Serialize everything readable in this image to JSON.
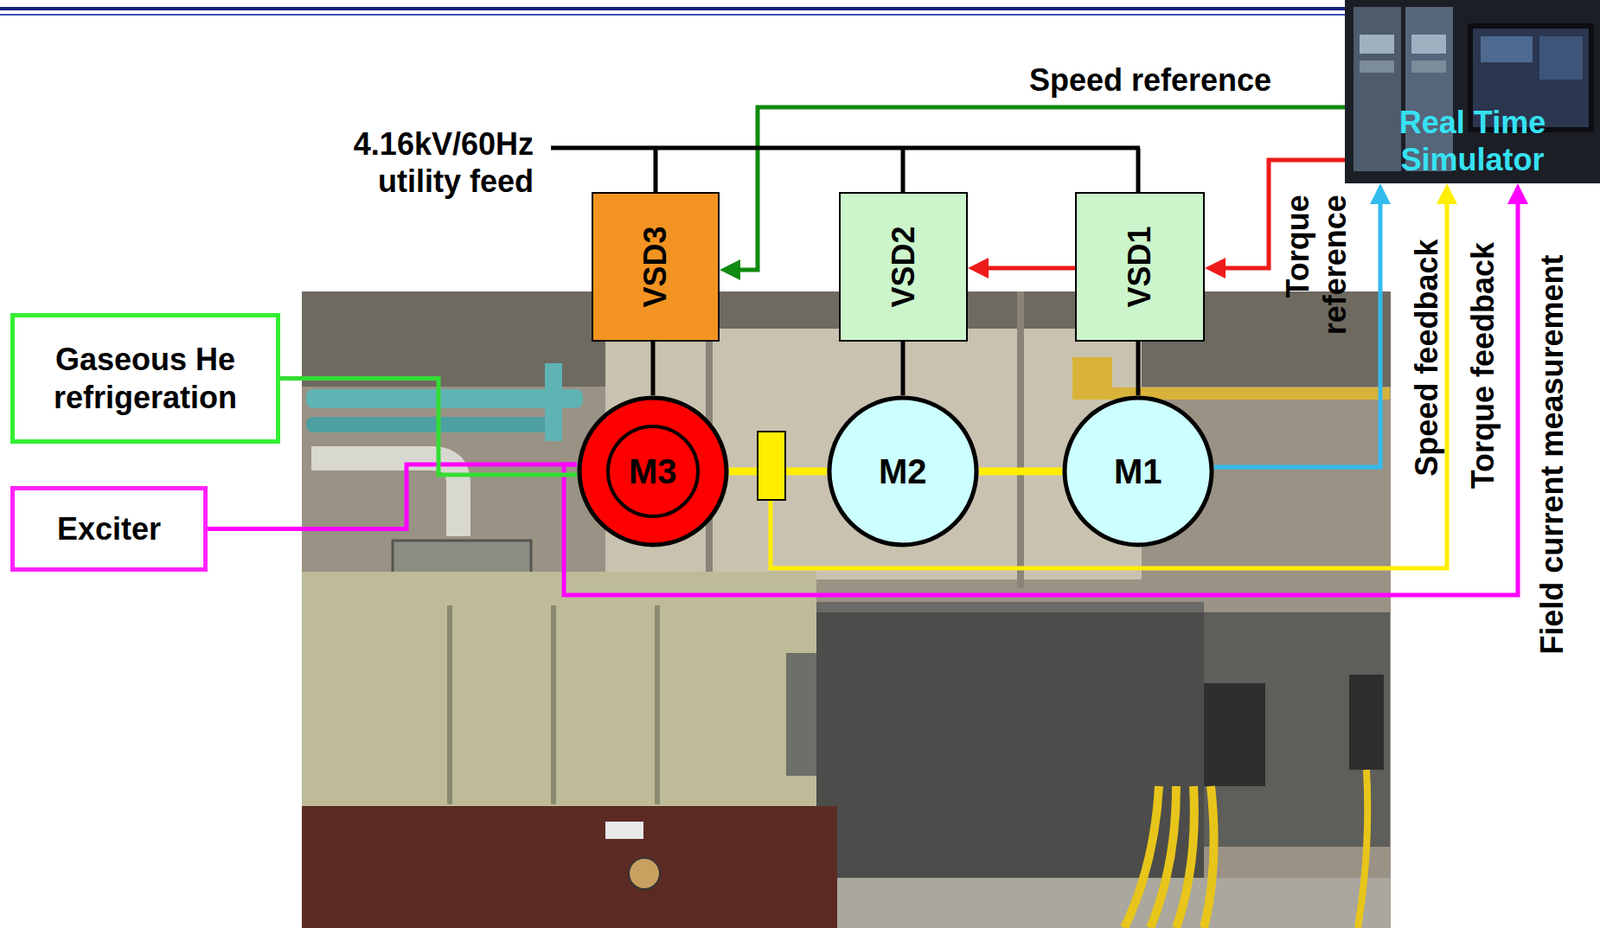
{
  "diagram": {
    "nodes": [
      {
        "text": [
          "Real Time Simulator"
        ]
      },
      {
        "text": [
          "VSD3"
        ]
      },
      {
        "text": [
          "VSD2"
        ]
      },
      {
        "text": [
          "VSD1"
        ]
      },
      {
        "text": [
          "M3"
        ]
      },
      {
        "text": [
          "M2"
        ]
      },
      {
        "text": [
          "M1"
        ]
      },
      {
        "text": [
          "Gaseous He refrigeration"
        ]
      },
      {
        "text": [
          "Exciter"
        ]
      }
    ],
    "edges": [
      {
        "from": 0,
        "to": 1,
        "arrow": "to",
        "label": "Speed reference"
      },
      {
        "from": 0,
        "to": 3,
        "arrow": "to",
        "label": "Torque reference"
      },
      {
        "from": 3,
        "to": 2,
        "arrow": "to"
      },
      {
        "from": 6,
        "to": 0,
        "arrow": "to",
        "label": "Speed feedback"
      },
      {
        "from": 4,
        "to": 0,
        "arrow": "to",
        "label": "Field current measurement"
      },
      {
        "from": 8,
        "to": 4,
        "arrow": "none"
      },
      {
        "from": 7,
        "to": 4,
        "arrow": "none"
      },
      {
        "from": 1,
        "to": 4,
        "arrow": "none"
      },
      {
        "from": 2,
        "to": 5,
        "arrow": "none"
      },
      {
        "from": 3,
        "to": 6,
        "arrow": "none"
      },
      {
        "from": 4,
        "to": 5,
        "arrow": "none"
      },
      {
        "from": 5,
        "to": 6,
        "arrow": "none"
      }
    ],
    "labels": [
      "4.16kV/60Hz utility feed",
      "Torque feedback"
    ]
  }
}
